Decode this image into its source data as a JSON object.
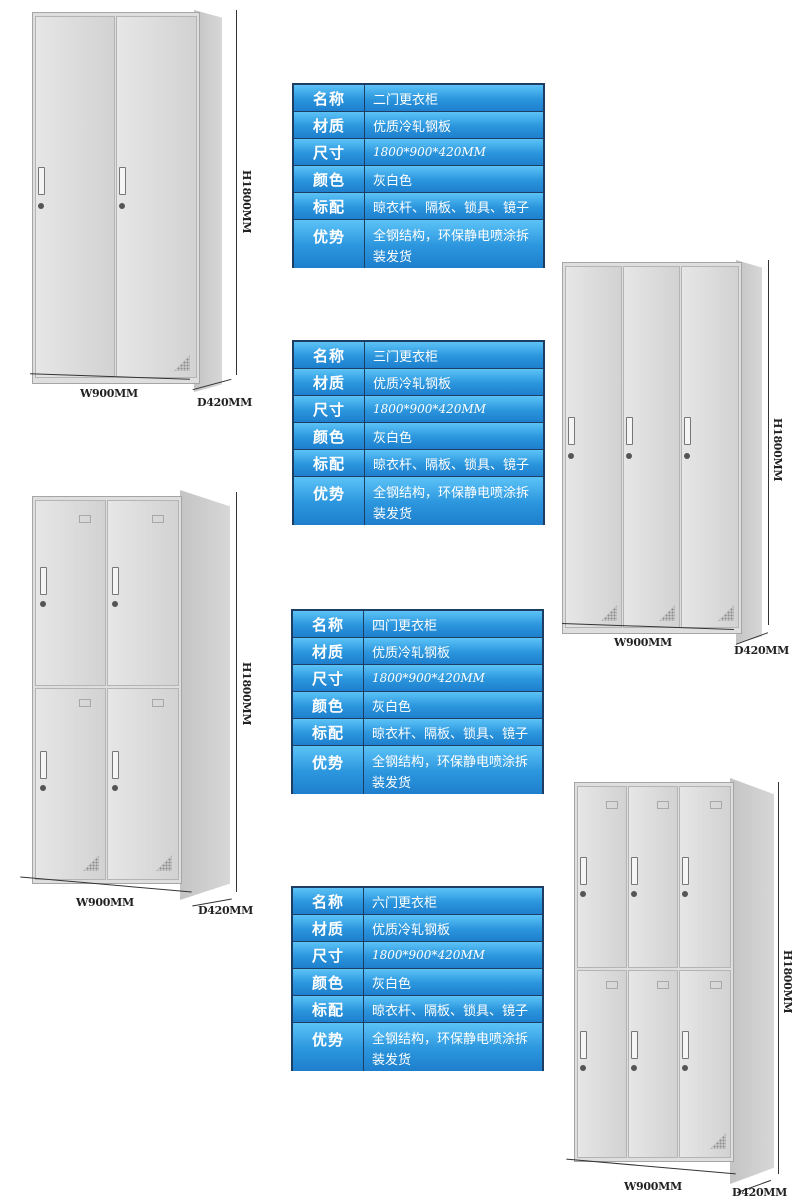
{
  "labels": {
    "name": "名称",
    "material": "材质",
    "size": "尺寸",
    "color": "颜色",
    "standard": "标配",
    "advantage": "优势"
  },
  "common": {
    "material": "优质冷轧钢板",
    "size": "1800*900*420MM",
    "color": "灰白色",
    "standard": "晾衣杆、隔板、锁具、镜子",
    "advantage": "全钢结构，环保静电喷涂拆装发货"
  },
  "products": [
    {
      "name": "二门更衣柜"
    },
    {
      "name": "三门更衣柜"
    },
    {
      "name": "四门更衣柜"
    },
    {
      "name": "六门更衣柜"
    }
  ],
  "dimensions": {
    "width": "W900MM",
    "depth": "D420MM",
    "height": "H1800MM"
  },
  "colors": {
    "table_blue": "#2b95dd",
    "table_border": "#1d3d63",
    "cabinet_grey": "#dedede"
  }
}
